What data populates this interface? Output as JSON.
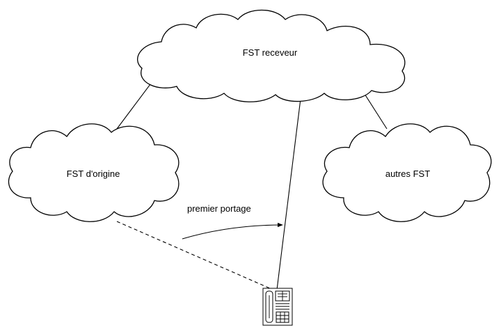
{
  "nodes": {
    "receiver": {
      "label": "FST receveur"
    },
    "origin": {
      "label": "FST d'origine"
    },
    "others": {
      "label": "autres FST"
    }
  },
  "edges": {
    "porting": {
      "label": "premier portage"
    }
  },
  "terminal": {
    "icon": "telephone-icon"
  }
}
